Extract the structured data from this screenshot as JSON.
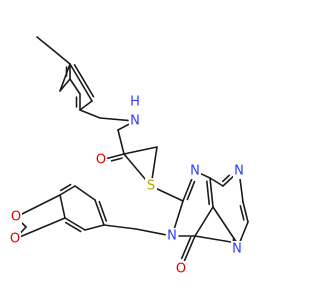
{
  "atoms": [
    {
      "id": "S",
      "label": "S",
      "color": "#b8a300"
    },
    {
      "id": "O1",
      "label": "O",
      "color": "#e00000"
    },
    {
      "id": "O2",
      "label": "O",
      "color": "#e00000"
    },
    {
      "id": "O3",
      "label": "O",
      "color": "#e00000"
    },
    {
      "id": "O4",
      "label": "O",
      "color": "#e00000"
    },
    {
      "id": "NH",
      "label": "N",
      "color": "#2a3cff"
    },
    {
      "id": "H",
      "label": "H",
      "color": "#2a3cff"
    },
    {
      "id": "N1",
      "label": "N",
      "color": "#2a3cff"
    },
    {
      "id": "N2",
      "label": "N",
      "color": "#2a3cff"
    },
    {
      "id": "N3",
      "label": "N",
      "color": "#2a3cff"
    },
    {
      "id": "N4",
      "label": "N",
      "color": "#2a3cff"
    }
  ],
  "bond_color": "#1a1a1a",
  "background": "#ffffff"
}
